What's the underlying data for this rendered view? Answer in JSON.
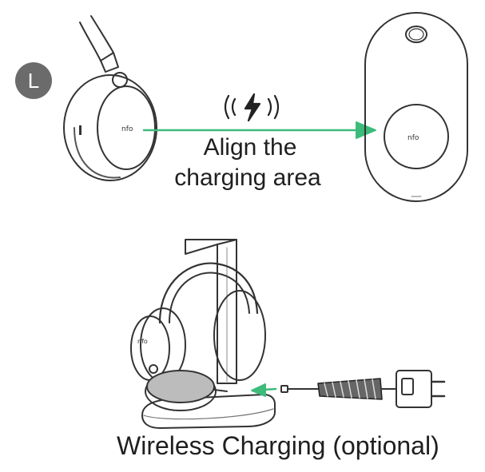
{
  "badge": {
    "letter": "L"
  },
  "align_text": {
    "line1": "Align the",
    "line2": "charging area"
  },
  "caption": "Wireless Charging (optional)",
  "brand_mark": "nfo",
  "colors": {
    "arrow": "#3dbb7a",
    "line": "#333333",
    "badge": "#6b6b6b"
  },
  "icons": [
    "wireless-charging-icon"
  ]
}
